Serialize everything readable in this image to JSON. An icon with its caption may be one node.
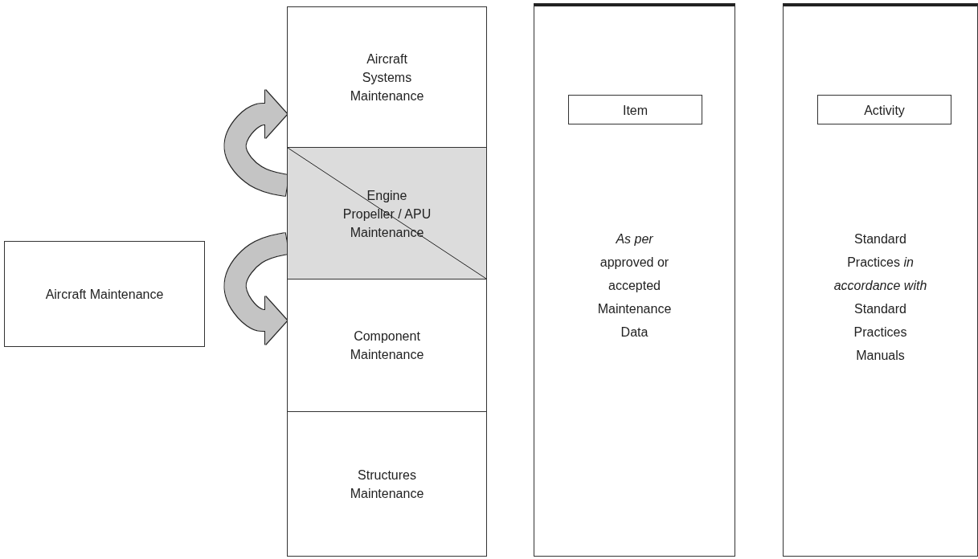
{
  "diagram": {
    "nodes": [
      {
        "text": [
          "Aircraft Maintenance"
        ]
      },
      {
        "text": [
          "Aircraft Systems Maintenance"
        ]
      },
      {
        "text": [
          "Engine Propeller / APU Maintenance"
        ]
      },
      {
        "text": [
          "Component Maintenance"
        ]
      },
      {
        "text": [
          "Structures Maintenance"
        ]
      },
      {
        "text": [
          "*As per* approved or accepted Maintenance Data"
        ]
      },
      {
        "text": [
          "Item"
        ],
        "in": 5
      },
      {
        "text": [
          "Standard Practices *in accordance with* Standard Practices Manuals"
        ]
      },
      {
        "text": [
          "Activity"
        ],
        "in": 7
      }
    ],
    "edges": [
      {
        "from": 2,
        "to": 1,
        "arrow": "to"
      },
      {
        "from": 2,
        "to": 3,
        "arrow": "to"
      }
    ]
  }
}
